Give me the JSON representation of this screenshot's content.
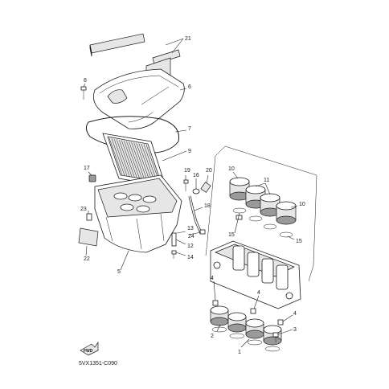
{
  "callouts": {
    "c1": "1",
    "c2": "2",
    "c3": "3",
    "c4a": "4",
    "c4b": "4",
    "c4c": "4",
    "c5": "5",
    "c6": "6",
    "c7": "7",
    "c8": "8",
    "c9": "9",
    "c10a": "10",
    "c10b": "10",
    "c11": "11",
    "c12": "12",
    "c13": "13",
    "c14": "14",
    "c15a": "15",
    "c15b": "15",
    "c16": "16",
    "c17": "17",
    "c18": "18",
    "c19": "19",
    "c20": "20",
    "c21": "21",
    "c22": "22",
    "c23": "23",
    "c24": "24"
  },
  "diagram_code": "5VX1351-C090",
  "front_mark": "FWD",
  "colors": {
    "line": "#1a1a1a",
    "shade": "#e6e6e6",
    "dark": "#9a9a9a",
    "background": "#ffffff"
  }
}
